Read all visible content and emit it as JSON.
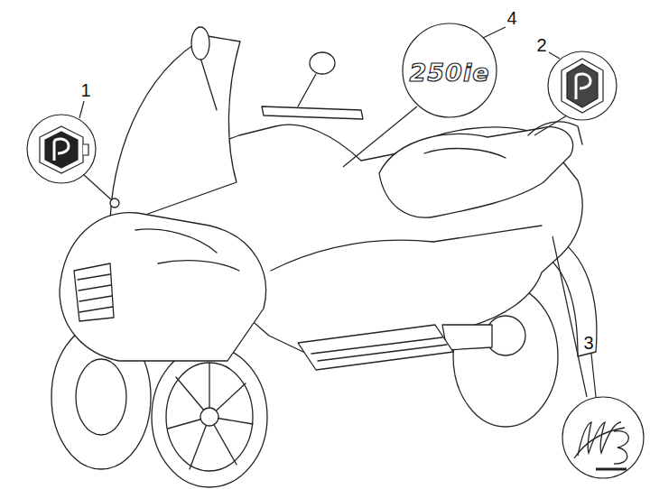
{
  "diagram": {
    "labels": [
      "1",
      "2",
      "3",
      "4",
      "250ie"
    ]
  }
}
